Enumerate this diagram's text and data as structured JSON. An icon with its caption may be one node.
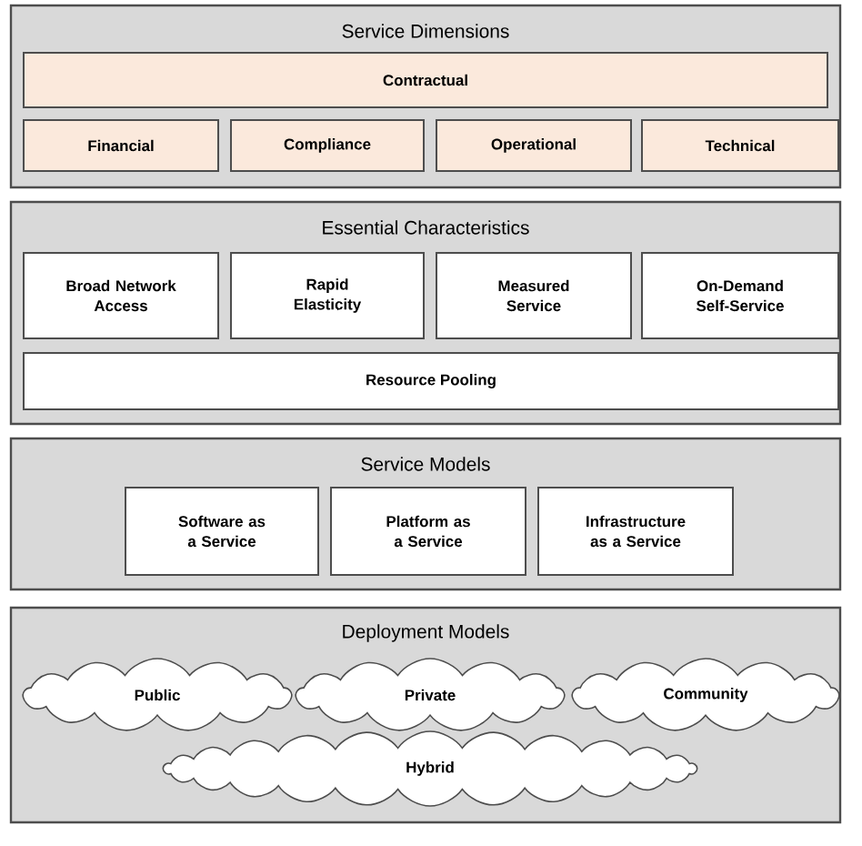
{
  "diagram": {
    "nodes": [
      {
        "text": [
          "Service Dimensions"
        ]
      },
      {
        "text": [
          "Contractual"
        ],
        "in": 0
      },
      {
        "text": [
          "Financial"
        ],
        "in": 0
      },
      {
        "text": [
          "Compliance"
        ],
        "in": 0
      },
      {
        "text": [
          "Operational"
        ],
        "in": 0
      },
      {
        "text": [
          "Technical"
        ],
        "in": 0
      },
      {
        "text": [
          "Essential Characteristics"
        ]
      },
      {
        "text": [
          "Broad Network Access"
        ],
        "in": 6
      },
      {
        "text": [
          "Rapid Elasticity"
        ],
        "in": 6
      },
      {
        "text": [
          "Measured Service"
        ],
        "in": 6
      },
      {
        "text": [
          "On-Demand Self-Service"
        ],
        "in": 6
      },
      {
        "text": [
          "Resource Pooling"
        ],
        "in": 6
      },
      {
        "text": [
          "Service Models"
        ]
      },
      {
        "text": [
          "Software as a Service"
        ],
        "in": 12
      },
      {
        "text": [
          "Platform as a Service"
        ],
        "in": 12
      },
      {
        "text": [
          "Infrastructure as a Service"
        ],
        "in": 12
      },
      {
        "text": [
          "Deployment Models"
        ]
      },
      {
        "text": [
          "Public"
        ],
        "in": 16
      },
      {
        "text": [
          "Private"
        ],
        "in": 16
      },
      {
        "text": [
          "Community"
        ],
        "in": 16
      },
      {
        "text": [
          "Hybrid"
        ],
        "in": 16
      }
    ]
  }
}
